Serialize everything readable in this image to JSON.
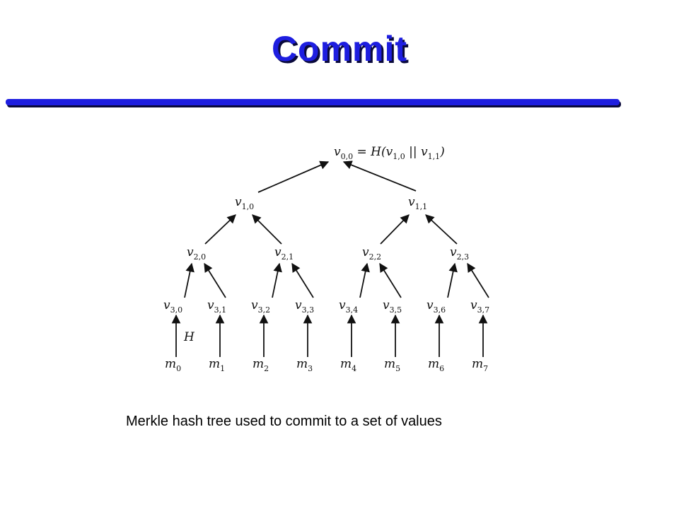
{
  "slide": {
    "title": "Commit",
    "caption": "Merkle hash tree used to commit to a set of values"
  },
  "diagram": {
    "root_label": {
      "base": "v",
      "sub": "0,0",
      "formula": "= H(v",
      "formula_sub1": "1,0",
      "sep": " || v",
      "formula_sub2": "1,1",
      "close": ")"
    },
    "level1": [
      {
        "base": "v",
        "sub": "1,0"
      },
      {
        "base": "v",
        "sub": "1,1"
      }
    ],
    "level2": [
      {
        "base": "v",
        "sub": "2,0"
      },
      {
        "base": "v",
        "sub": "2,1"
      },
      {
        "base": "v",
        "sub": "2,2"
      },
      {
        "base": "v",
        "sub": "2,3"
      }
    ],
    "level3": [
      {
        "base": "v",
        "sub": "3,0"
      },
      {
        "base": "v",
        "sub": "3,1"
      },
      {
        "base": "v",
        "sub": "3,2"
      },
      {
        "base": "v",
        "sub": "3,3"
      },
      {
        "base": "v",
        "sub": "3,4"
      },
      {
        "base": "v",
        "sub": "3,5"
      },
      {
        "base": "v",
        "sub": "3,6"
      },
      {
        "base": "v",
        "sub": "3,7"
      }
    ],
    "messages": [
      {
        "base": "m",
        "sub": "0"
      },
      {
        "base": "m",
        "sub": "1"
      },
      {
        "base": "m",
        "sub": "2"
      },
      {
        "base": "m",
        "sub": "3"
      },
      {
        "base": "m",
        "sub": "4"
      },
      {
        "base": "m",
        "sub": "5"
      },
      {
        "base": "m",
        "sub": "6"
      },
      {
        "base": "m",
        "sub": "7"
      }
    ],
    "hash_label": "H",
    "colors": {
      "title": "#1e1ee0",
      "title_shadow": "#0a0a3c",
      "rule": "#1e1ee0",
      "ink": "#111111"
    }
  }
}
